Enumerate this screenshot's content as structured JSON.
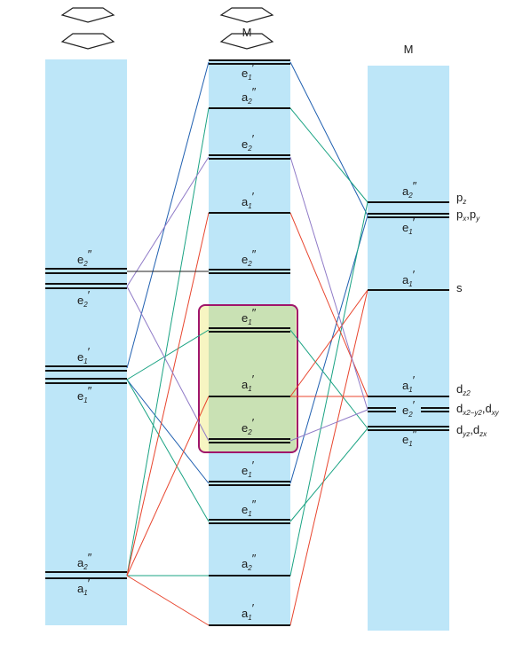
{
  "columns": {
    "middle_metal_label": "M",
    "right_metal_label": "M"
  },
  "left_levels": [
    {
      "main": "e",
      "sub": "2",
      "prime": "″"
    },
    {
      "main": "e",
      "sub": "2",
      "prime": "′"
    },
    {
      "main": "e",
      "sub": "1",
      "prime": "′"
    },
    {
      "main": "e",
      "sub": "1",
      "prime": "″"
    },
    {
      "main": "a",
      "sub": "2",
      "prime": "″"
    },
    {
      "main": "a",
      "sub": "1",
      "prime": "′"
    }
  ],
  "middle_levels": [
    {
      "main": "e",
      "sub": "1",
      "prime": "′"
    },
    {
      "main": "a",
      "sub": "2",
      "prime": "″"
    },
    {
      "main": "e",
      "sub": "2",
      "prime": "′"
    },
    {
      "main": "a",
      "sub": "1",
      "prime": "′"
    },
    {
      "main": "e",
      "sub": "2",
      "prime": "″"
    },
    {
      "main": "e",
      "sub": "1",
      "prime": "″"
    },
    {
      "main": "a",
      "sub": "1",
      "prime": "′"
    },
    {
      "main": "e",
      "sub": "2",
      "prime": "′"
    },
    {
      "main": "e",
      "sub": "1",
      "prime": "′"
    },
    {
      "main": "e",
      "sub": "1",
      "prime": "″"
    },
    {
      "main": "a",
      "sub": "2",
      "prime": "″"
    },
    {
      "main": "a",
      "sub": "1",
      "prime": "′"
    }
  ],
  "right_levels": [
    {
      "main": "a",
      "sub": "2",
      "prime": "″"
    },
    {
      "main": "e",
      "sub": "1",
      "prime": "′"
    },
    {
      "main": "a",
      "sub": "1",
      "prime": "′"
    },
    {
      "main": "a",
      "sub": "1",
      "prime": "′"
    },
    {
      "main": "e",
      "sub": "2",
      "prime": "′"
    },
    {
      "main": "e",
      "sub": "1",
      "prime": "″"
    }
  ],
  "orbitals": {
    "pz": {
      "main": "p",
      "sub": "z"
    },
    "pxpy": {
      "main1": "p",
      "sub1": "x",
      "sep": ",",
      "main2": "p",
      "sub2": "y"
    },
    "s": "s",
    "dz2": {
      "main": "d",
      "sub": "z2"
    },
    "dx2y2dxy": {
      "main1": "d",
      "sub1": "x2−y2",
      "sep": ",",
      "main2": "d",
      "sub2": "xy"
    },
    "dyzdzx": {
      "main1": "d",
      "sub1": "yz",
      "sep": ",",
      "main2": "d",
      "sub2": "zx"
    }
  },
  "colors": {
    "column_fill": "#bde6f8",
    "highlight_fill": "#c9e1b4",
    "highlight_fill_left": "#f7f5c2",
    "highlight_border": "#a0156b",
    "line_blue": "#1f5fb0",
    "line_green": "#1aa383",
    "line_red": "#e8452e",
    "line_purple": "#8f7ac7",
    "line_black": "#222222"
  },
  "icons": [
    "pentagon-icon"
  ]
}
